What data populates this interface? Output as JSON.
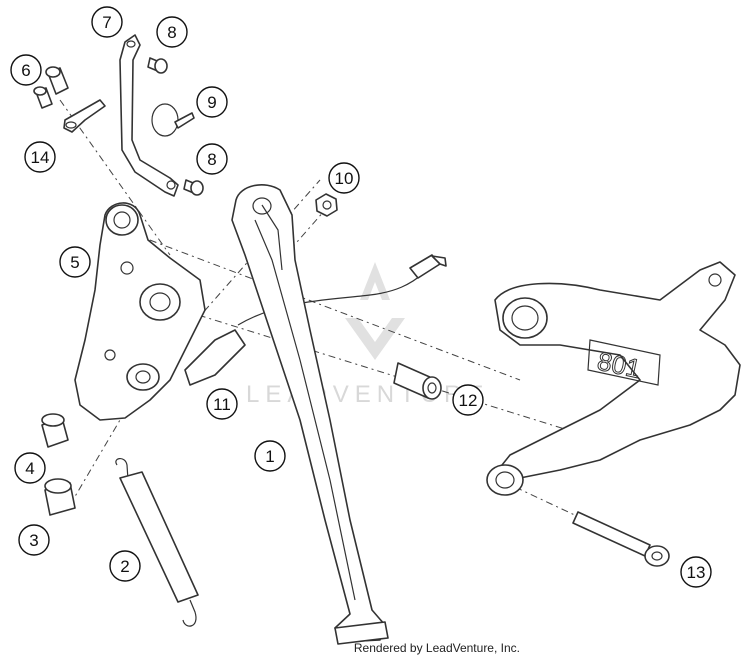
{
  "watermark": {
    "text": "LEADVENTURE"
  },
  "credit": "Rendered by LeadVenture, Inc.",
  "callouts": [
    {
      "id": "1",
      "label": "1"
    },
    {
      "id": "2",
      "label": "2"
    },
    {
      "id": "3",
      "label": "3"
    },
    {
      "id": "4",
      "label": "4"
    },
    {
      "id": "5",
      "label": "5"
    },
    {
      "id": "6",
      "label": "6"
    },
    {
      "id": "7",
      "label": "7"
    },
    {
      "id": "8a",
      "label": "8"
    },
    {
      "id": "8b",
      "label": "8"
    },
    {
      "id": "9",
      "label": "9"
    },
    {
      "id": "10",
      "label": "10"
    },
    {
      "id": "11",
      "label": "11"
    },
    {
      "id": "12",
      "label": "12"
    },
    {
      "id": "13",
      "label": "13"
    },
    {
      "id": "14",
      "label": "14"
    }
  ],
  "bracket_marking": "801"
}
